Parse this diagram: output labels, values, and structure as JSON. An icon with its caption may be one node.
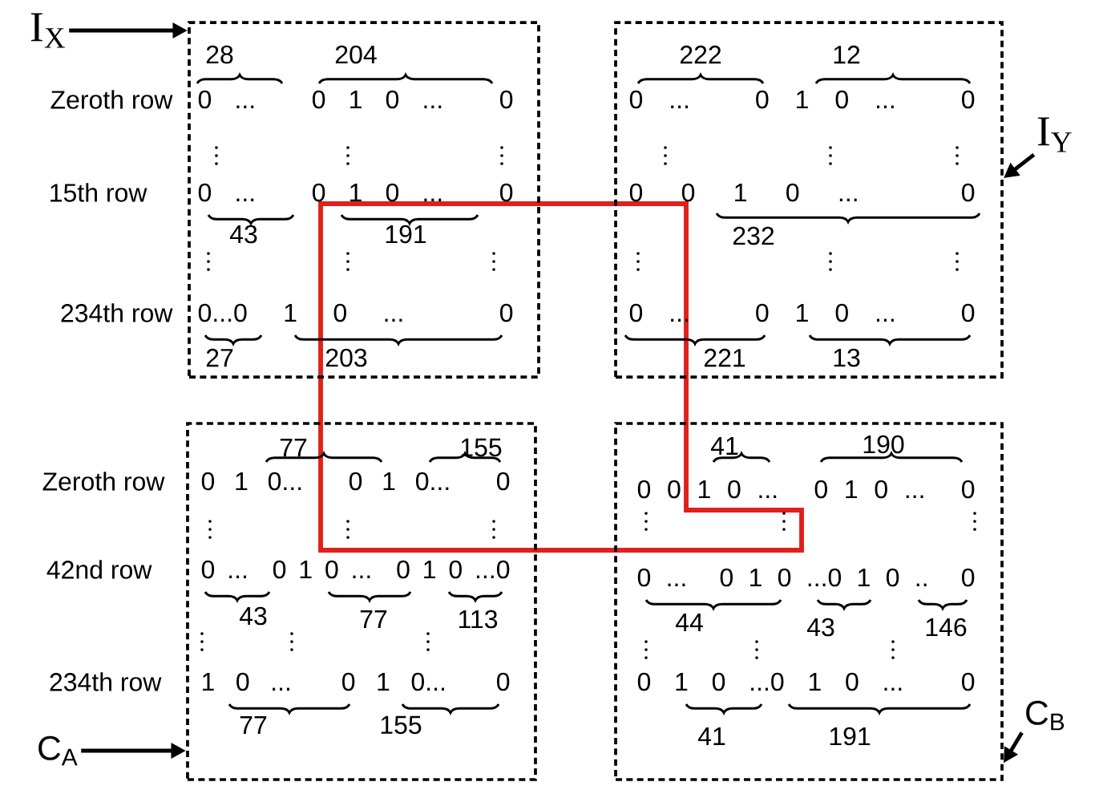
{
  "diagram": {
    "nodes": [
      {
        "text": [
          "28",
          "204",
          "0 ... 0 1 0 ... 0",
          "0 ... 0 1 0 ... 0",
          "43",
          "191",
          "0...0 1 0 ... 0",
          "27",
          "203"
        ]
      },
      {
        "text": [
          "222",
          "12",
          "0 ... 0 1 0 ... 0",
          "0 0 1 0 ... 0",
          "232",
          "0 ... 0 1 0 ... 0",
          "221",
          "13"
        ]
      },
      {
        "text": [
          "77",
          "155",
          "0 1 0... 0 1 0... 0",
          "0 ... 0 1 0 ... 0 1 0 ...0",
          "43",
          "77",
          "113",
          "1 0 ... 0 1 0... 0",
          "77",
          "155"
        ]
      },
      {
        "text": [
          "41",
          "190",
          "0 0 1 0 ... 0 1 0 ... 0",
          "0 ... 0 1 0 ...0 1 0 .. 0",
          "44",
          "43",
          "146",
          "0 1 0 ...0 1 0 ... 0",
          "41",
          "191"
        ]
      },
      {
        "text": [
          "I$_{X}$"
        ]
      },
      {
        "text": [
          "I$_{Y}$"
        ]
      },
      {
        "text": [
          "C$_{A}$"
        ]
      },
      {
        "text": [
          "C$_{B}$"
        ]
      }
    ],
    "edges": [
      {
        "from": 4,
        "to": 0,
        "arrow": "to"
      },
      {
        "from": 5,
        "to": 1,
        "arrow": "to"
      },
      {
        "from": 6,
        "to": 2,
        "arrow": "to"
      },
      {
        "from": 7,
        "to": 3,
        "arrow": "to"
      }
    ],
    "labels": [
      "Zeroth row",
      "15th row",
      "234th row",
      "Zeroth row",
      "42nd row",
      "234th row"
    ]
  }
}
